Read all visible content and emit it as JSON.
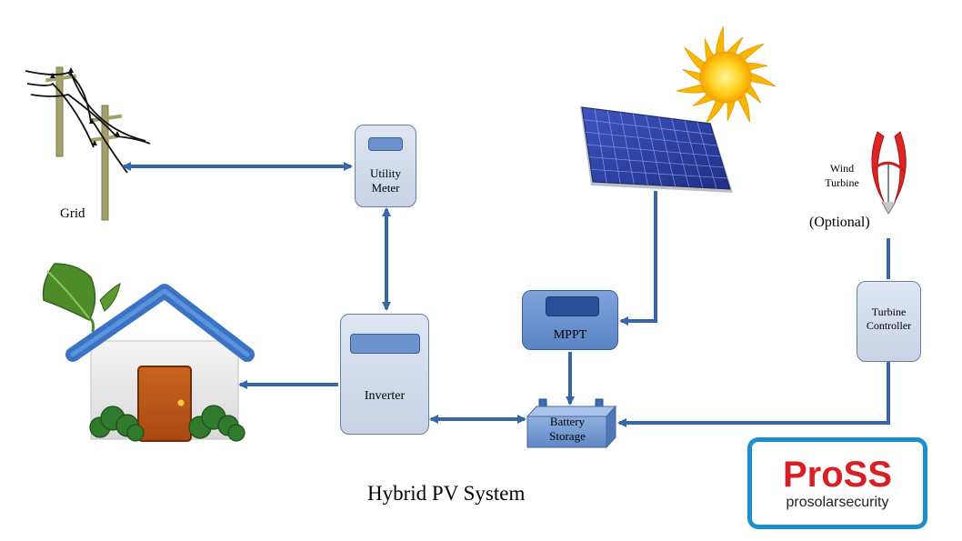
{
  "diagram": {
    "caption": "Hybrid PV System",
    "grid_label": "Grid",
    "utility_meter": {
      "line1": "Utility",
      "line2": "Meter"
    },
    "inverter": "Inverter",
    "mppt": "MPPT",
    "battery": {
      "line1": "Battery",
      "line2": "Storage"
    },
    "turbine_controller": {
      "line1": "Turbine",
      "line2": "Controller"
    },
    "wind_turbine": {
      "line1": "Wind",
      "line2": "Turbine",
      "note": "(Optional)"
    }
  },
  "logo": {
    "main": "ProSS",
    "sub": "prosolarsecurity"
  },
  "colors": {
    "arrow": "#3466a8",
    "box_fill": "#d3dbea",
    "screen": "#6d93cf",
    "panel": "#2a3c9c",
    "roof": "#3a72c4",
    "door": "#b8591e",
    "logo_border": "#1b8fd0",
    "logo_text": "#d81f26"
  }
}
